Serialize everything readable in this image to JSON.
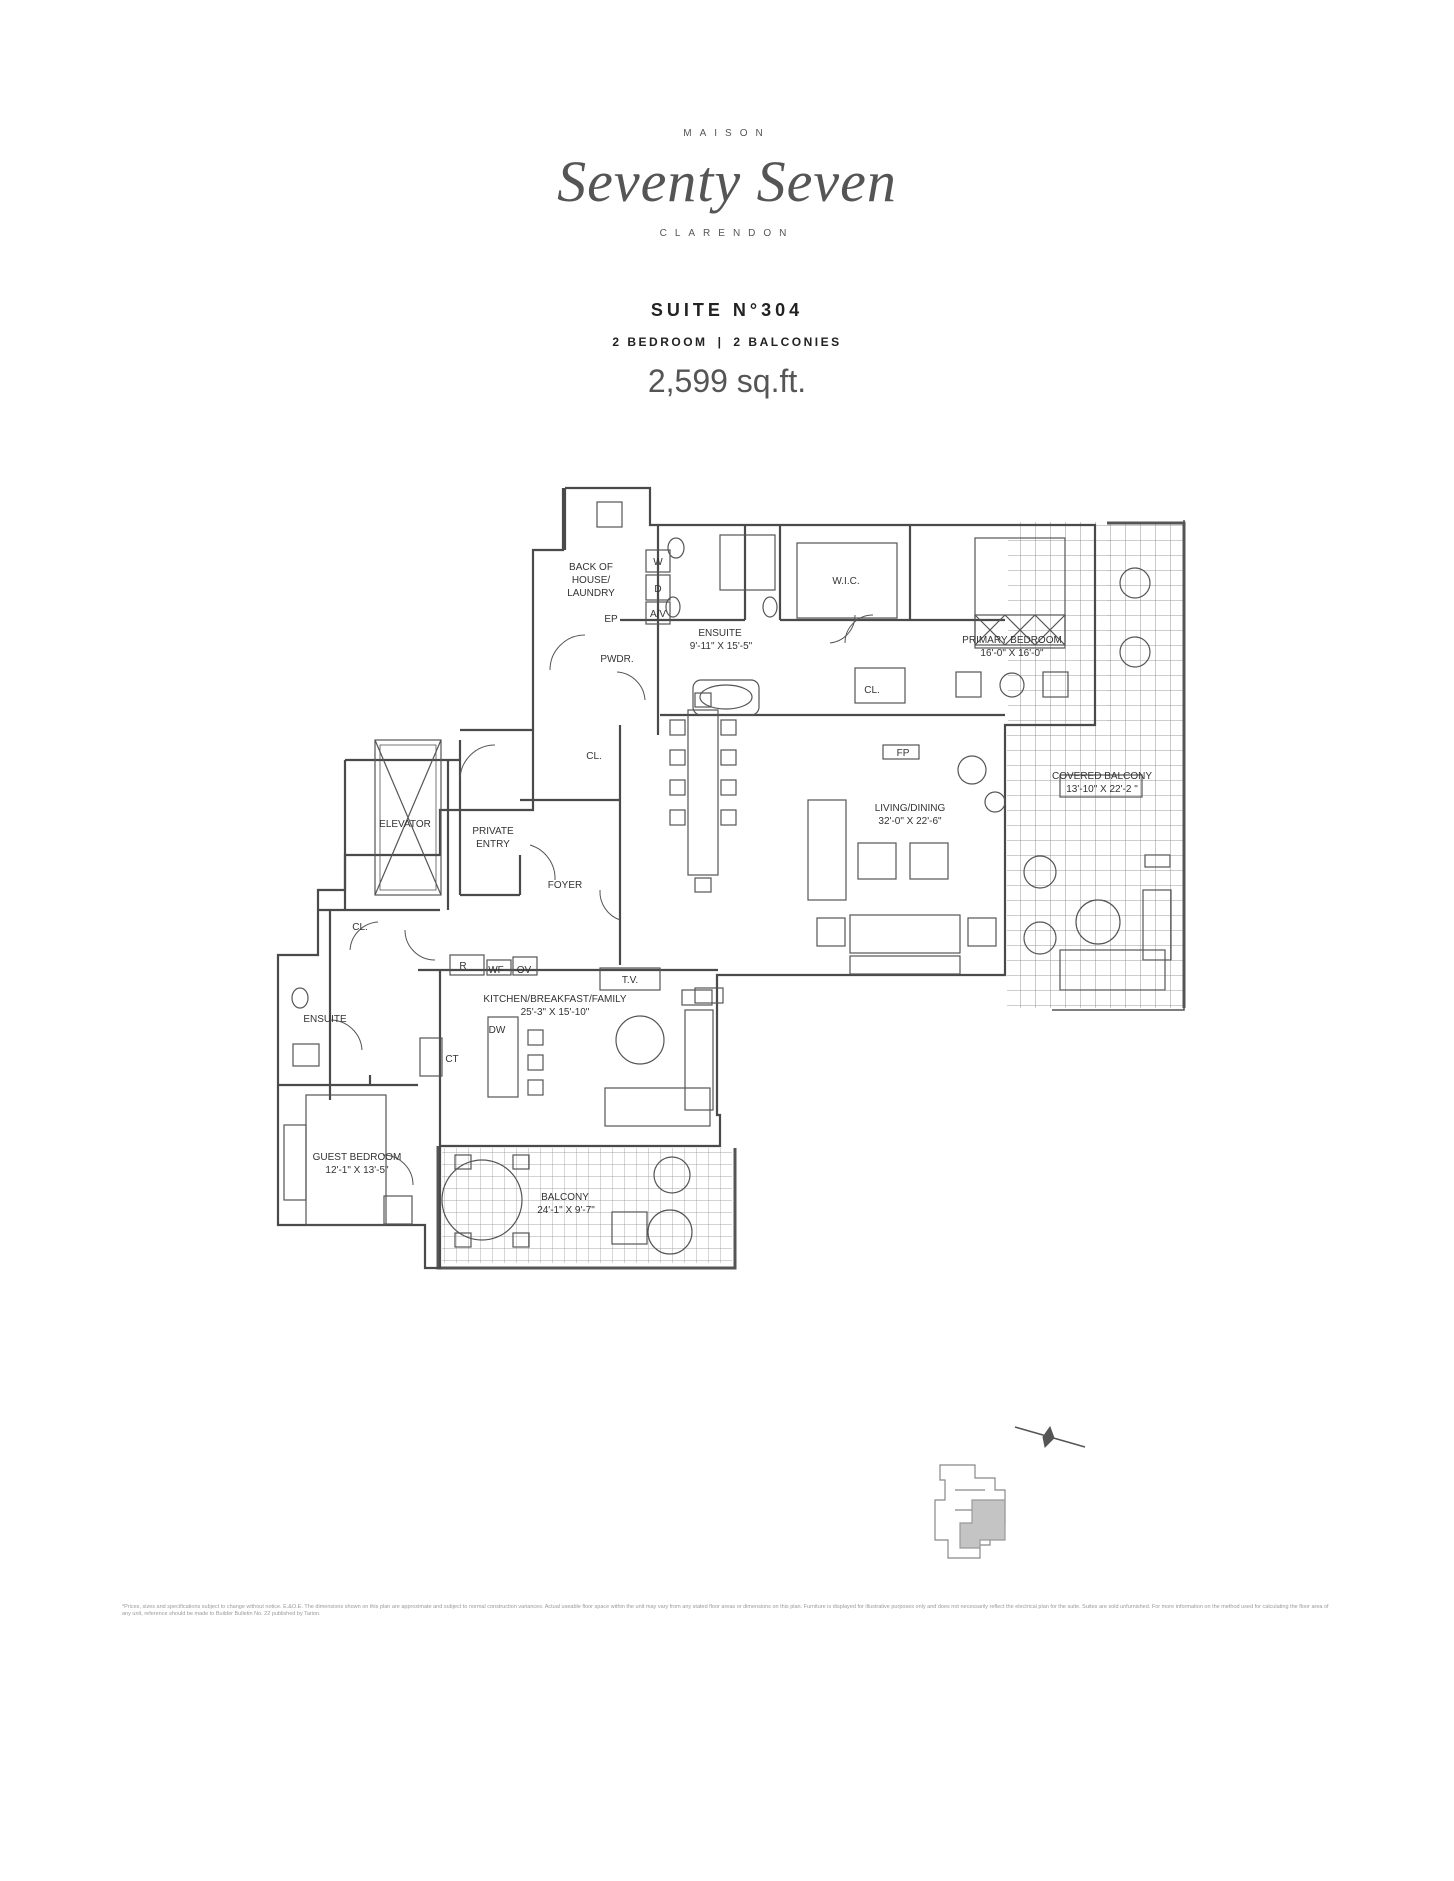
{
  "brand": {
    "top": "MAISON",
    "script": "Seventy Seven",
    "bottom": "CLARENDON"
  },
  "suite": {
    "title": "SUITE N°304",
    "bedrooms": "2 BEDROOM",
    "separator": "|",
    "balconies": "2 BALCONIES",
    "area": "2,599 sq.ft."
  },
  "rooms": {
    "back_of_house_1": "BACK OF",
    "back_of_house_2": "HOUSE/",
    "back_of_house_3": "LAUNDRY",
    "washer": "W",
    "dryer": "D",
    "av": "A/V",
    "ep": "EP",
    "pwdr": "PWDR.",
    "ensuite_primary": "ENSUITE",
    "ensuite_primary_dim": "9'-11\" X 15'-5\"",
    "wic": "W.I.C.",
    "cl_primary": "CL.",
    "primary_bedroom": "PRIMARY BEDROOM",
    "primary_bedroom_dim": "16'-0\" X 16'-0\"",
    "fp": "FP",
    "covered_balcony": "COVERED BALCONY",
    "covered_balcony_dim": "13'-10\" X 22'-2 \"",
    "living_dining": "LIVING/DINING",
    "living_dining_dim": "32'-0\" X 22'-6\"",
    "cl_hall": "CL.",
    "elevator": "ELEVATOR",
    "private_entry_1": "PRIVATE",
    "private_entry_2": "ENTRY",
    "foyer": "FOYER",
    "cl_guest": "CL.",
    "ensuite_guest": "ENSUITE",
    "fridge": "R",
    "wine_fridge": "WF",
    "oven": "OV",
    "tv": "T.V.",
    "kitchen": "KITCHEN/BREAKFAST/FAMILY",
    "kitchen_dim": "25'-3\" X 15'-10\"",
    "dishwasher": "DW",
    "cooktop": "CT",
    "guest_bedroom": "GUEST BEDROOM",
    "guest_bedroom_dim": "12'-1\" X 13'-5\"",
    "balcony": "BALCONY",
    "balcony_dim": "24'-1\" X 9'-7\""
  },
  "disclaimer": "*Prices, sizes and specifications subject to change without notice. E.&O.E. The dimensions shown on this plan are approximate and subject to normal construction variances. Actual useable floor space within the unit may vary from any stated floor areas or dimensions on this plan. Furniture is displayed for illustrative purposes only and does not necessarily reflect the electrical plan for the suite. Suites are sold unfurnished. For more information on the method used for calculating the floor area of any unit, reference should be made to Builder Bulletin No. 22 published by Tarion."
}
